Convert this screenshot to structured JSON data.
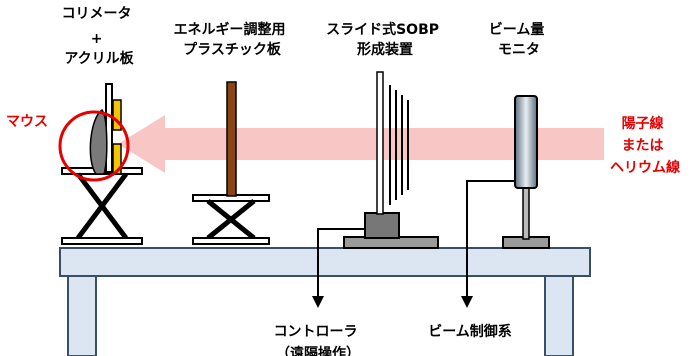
{
  "labels": {
    "collimator": [
      "コリメータ",
      "+",
      "アクリル板"
    ],
    "energy_plate": [
      "エネルギー調整用",
      "プラスチック板"
    ],
    "sobp": [
      "スライド式SOBP",
      "形成装置"
    ],
    "beam_monitor": [
      "ビーム量",
      "モニタ"
    ],
    "mouse": "マウス",
    "beam_source": [
      "陽子線",
      "または",
      "ヘリウム線"
    ],
    "controller": [
      "コントローラ",
      "（遠隔操作）"
    ],
    "beam_control": "ビーム制御系"
  },
  "colors": {
    "beam": "#f9c6c6",
    "red_text": "#e60000",
    "table": "#dce6f2",
    "table_stroke": "#3a4f66",
    "wood": "#8b4513",
    "yellow": "#f5c400"
  }
}
